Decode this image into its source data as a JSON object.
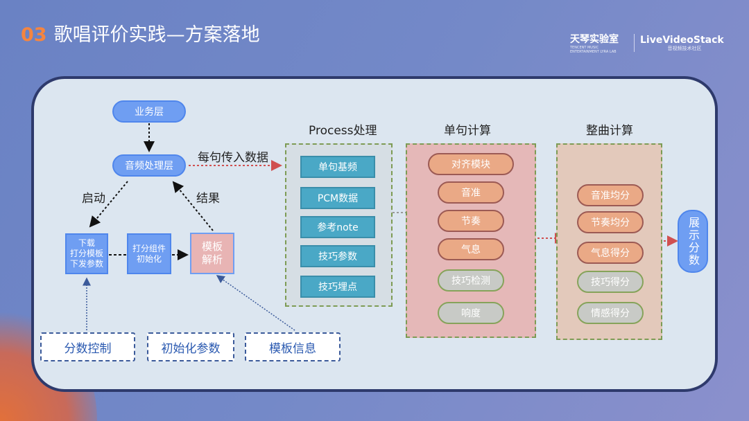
{
  "header": {
    "number": "03",
    "title": "歌唱评价实践—方案落地"
  },
  "logos": {
    "tianqin": "天琴实验室",
    "tianqin_sub": "TENCENT MUSIC ENTERTAINMENT LYRA LAB",
    "lvs": "LiveVideoStack",
    "lvs_sub": "音视频技术社区"
  },
  "flow": {
    "business_layer": "业务层",
    "audio_layer": "音频处理层",
    "send_label": "每句传入数据",
    "start_label": "启动",
    "result_label": "结果",
    "step1": "下载\n打分模板\n下发参数",
    "step2": "打分组件\n初始化",
    "step3": "模板\n解析",
    "inputs": [
      "分数控制",
      "初始化参数",
      "模板信息"
    ]
  },
  "process": {
    "title": "Process处理",
    "items": [
      "单句基频",
      "PCM数据",
      "参考note",
      "技巧参数",
      "技巧埋点"
    ]
  },
  "sentence": {
    "title": "单句计算",
    "items": [
      "对齐模块",
      "音准",
      "节奏",
      "气息",
      "技巧检测",
      "响度"
    ]
  },
  "song": {
    "title": "整曲计算",
    "items": [
      "音准均分",
      "节奏均分",
      "气息得分",
      "技巧得分",
      "情感得分"
    ]
  },
  "display": "展示分数",
  "colors": {
    "accent": "#f58540",
    "blue": "#6f9ef2",
    "teal": "#4aa8c6",
    "orange": "#eaa986",
    "grey": "#c8cac6",
    "arrow_red": "#d05050"
  }
}
